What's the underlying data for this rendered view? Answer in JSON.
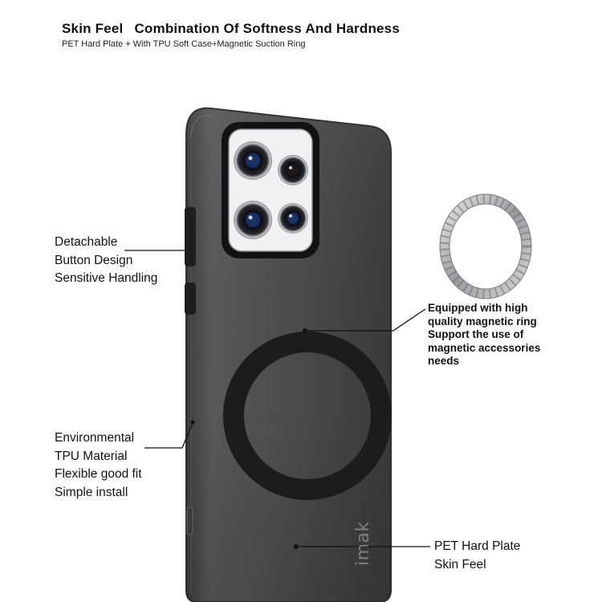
{
  "header": {
    "title_part1": "Skin Feel",
    "title_part2": "Combination Of Softness And Hardness",
    "subtitle": "PET  Hard Plate + With TPU Soft Case+Magnetic Suction Ring"
  },
  "callouts": {
    "button": [
      "Detachable",
      "Button Design",
      "Sensitive Handling"
    ],
    "ring": [
      "Equipped with high",
      "quality magnetic ring",
      "Support the use of",
      "magnetic accessories",
      "needs"
    ],
    "tpu": [
      "Environmental",
      "TPU Material",
      "Flexible good fit",
      "Simple install"
    ],
    "pet": [
      "PET Hard Plate",
      "Skin Feel"
    ]
  },
  "product": {
    "brand_mark": "imak",
    "case_color": "#4a4a4c",
    "ring_color": "#1c1c1c"
  }
}
